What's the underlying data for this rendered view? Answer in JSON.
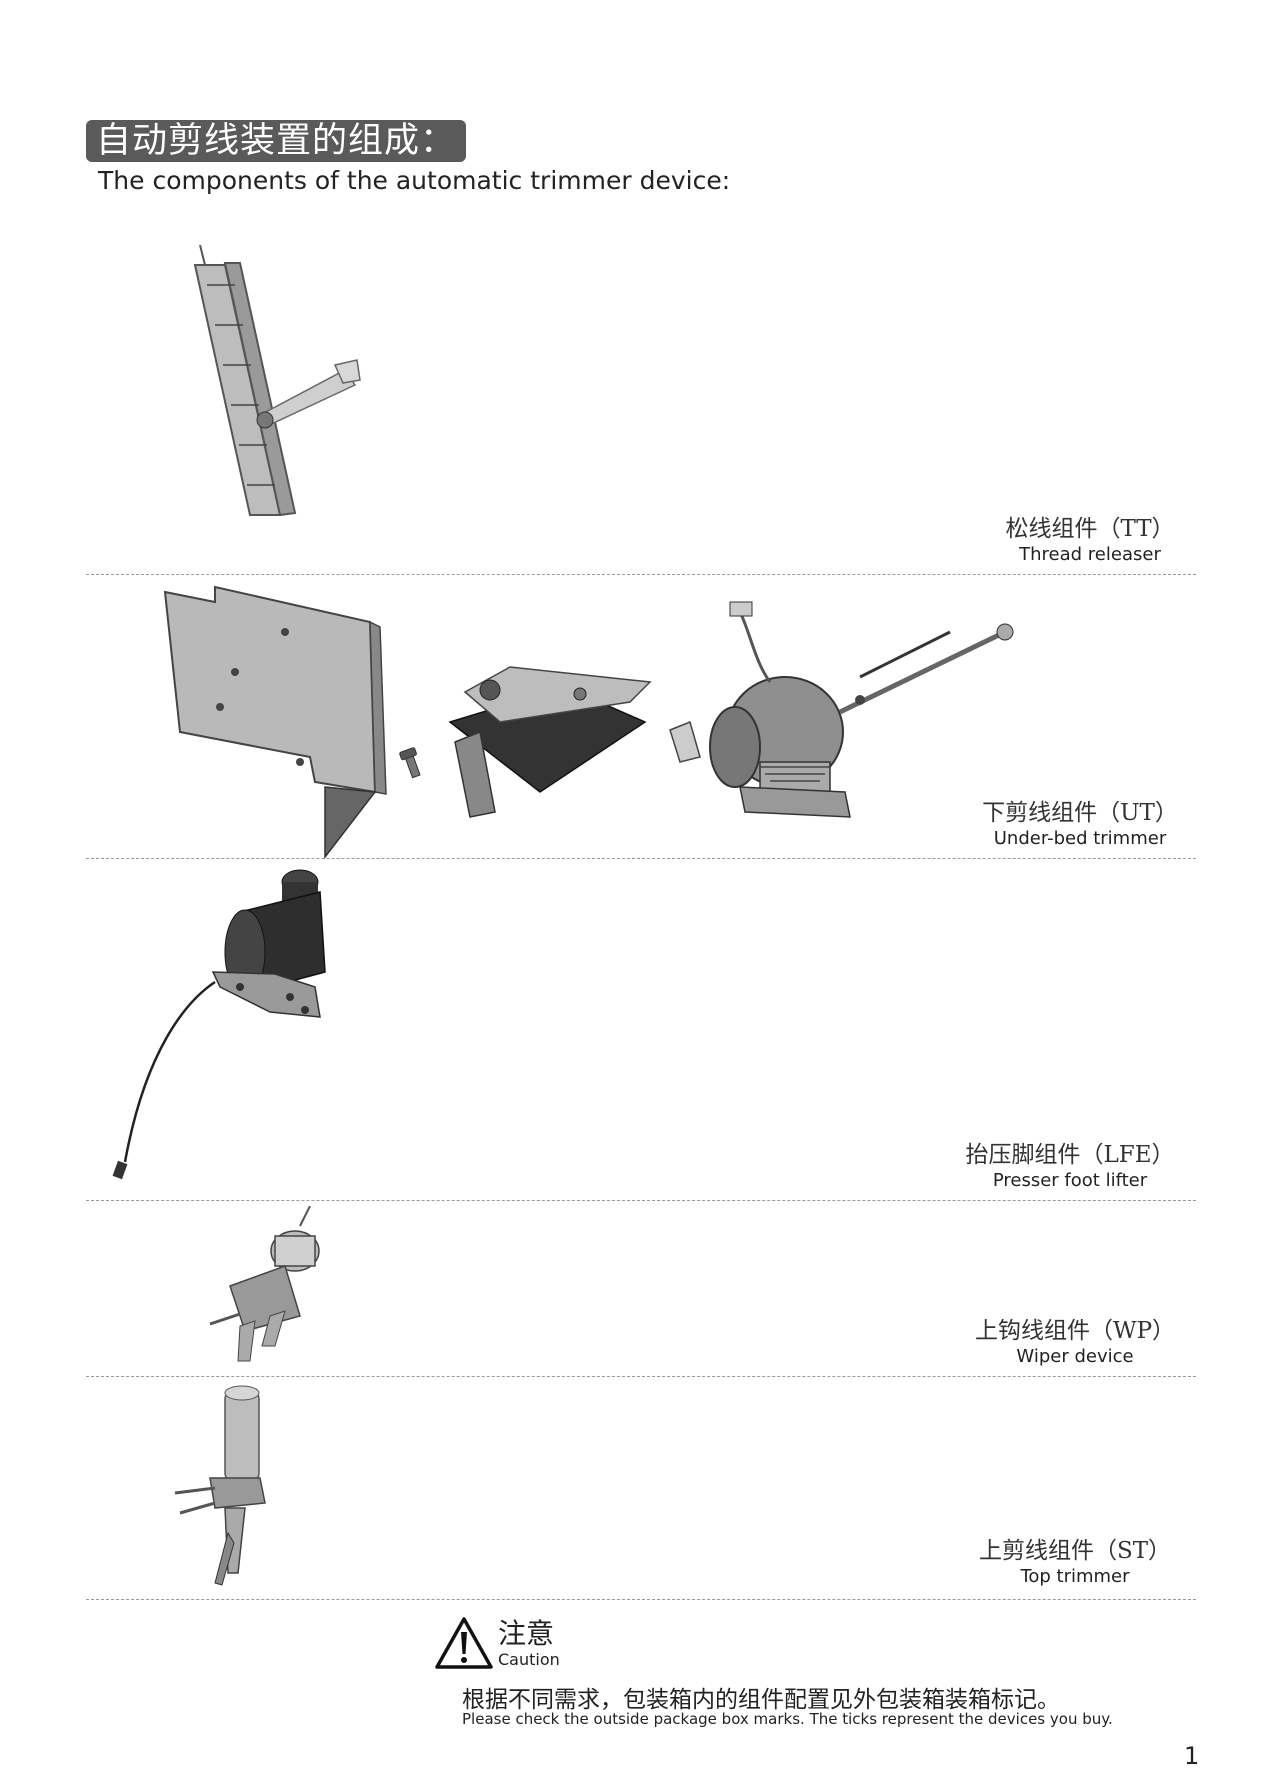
{
  "header": {
    "title_cn": "自动剪线装置的组成：",
    "title_en": "The components of the automatic trimmer device:"
  },
  "components": [
    {
      "cn": "松线组件（TT）",
      "en": "Thread releaser"
    },
    {
      "cn": "下剪线组件（UT）",
      "en": "Under-bed trimmer"
    },
    {
      "cn": "抬压脚组件（LFE）",
      "en": "Presser foot lifter"
    },
    {
      "cn": "上钩线组件（WP）",
      "en": "Wiper device"
    },
    {
      "cn": "上剪线组件（ST）",
      "en": "Top trimmer"
    }
  ],
  "caution": {
    "title_cn": "注意",
    "title_en": "Caution",
    "note_cn": "根据不同需求，包装箱内的组件配置见外包装箱装箱标记。",
    "note_en": "Please check the outside package box marks. The ticks represent the devices you buy."
  },
  "page_number": "1",
  "colors": {
    "header_bg": "#5a5a5a",
    "divider": "#9a9a9a"
  }
}
